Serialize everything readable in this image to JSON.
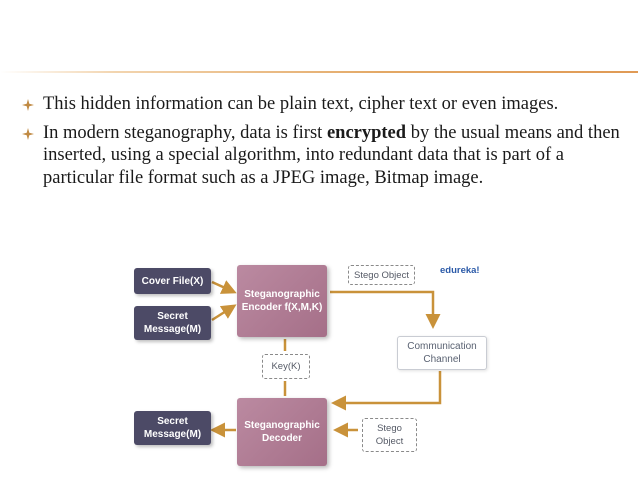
{
  "slide": {
    "bullets": [
      {
        "pre": "This hidden information can be plain text, cipher text or even images.",
        "bold": "",
        "post": ""
      },
      {
        "pre": "In modern steganography, data is first ",
        "bold": "encrypted",
        "post": " by the usual means and then inserted, using a special algorithm, into redundant data that is part of a particular file format such as a JPEG image, Bitmap image."
      }
    ],
    "accent_color": "#e3a865"
  },
  "diagram": {
    "brand": "edureka!",
    "nodes": {
      "cover_file": "Cover File(X)",
      "secret_message_in": "Secret Message(M)",
      "encoder": "Steganographic Encoder f(X,M,K)",
      "stego_object_top": "Stego Object",
      "communication_channel": "Communication Channel",
      "key": "Key(K)",
      "decoder": "Steganographic Decoder",
      "stego_object_bottom": "Stego Object",
      "secret_message_out": "Secret Message(M)"
    },
    "colors": {
      "dark_box": "#4c4a66",
      "process_box": "#b07e95",
      "arrow": "#c9923a"
    }
  }
}
